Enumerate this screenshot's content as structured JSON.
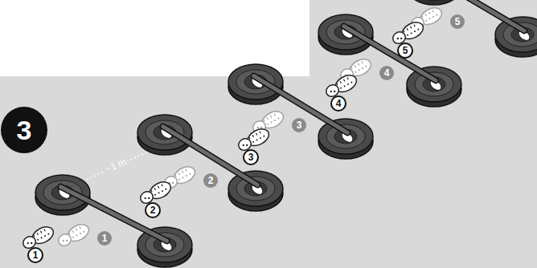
{
  "diagram": {
    "labels": [
      "3",
      "~1 m",
      "1",
      "1",
      "2",
      "2",
      "3",
      "3",
      "4",
      "4",
      "5",
      "5"
    ]
  }
}
